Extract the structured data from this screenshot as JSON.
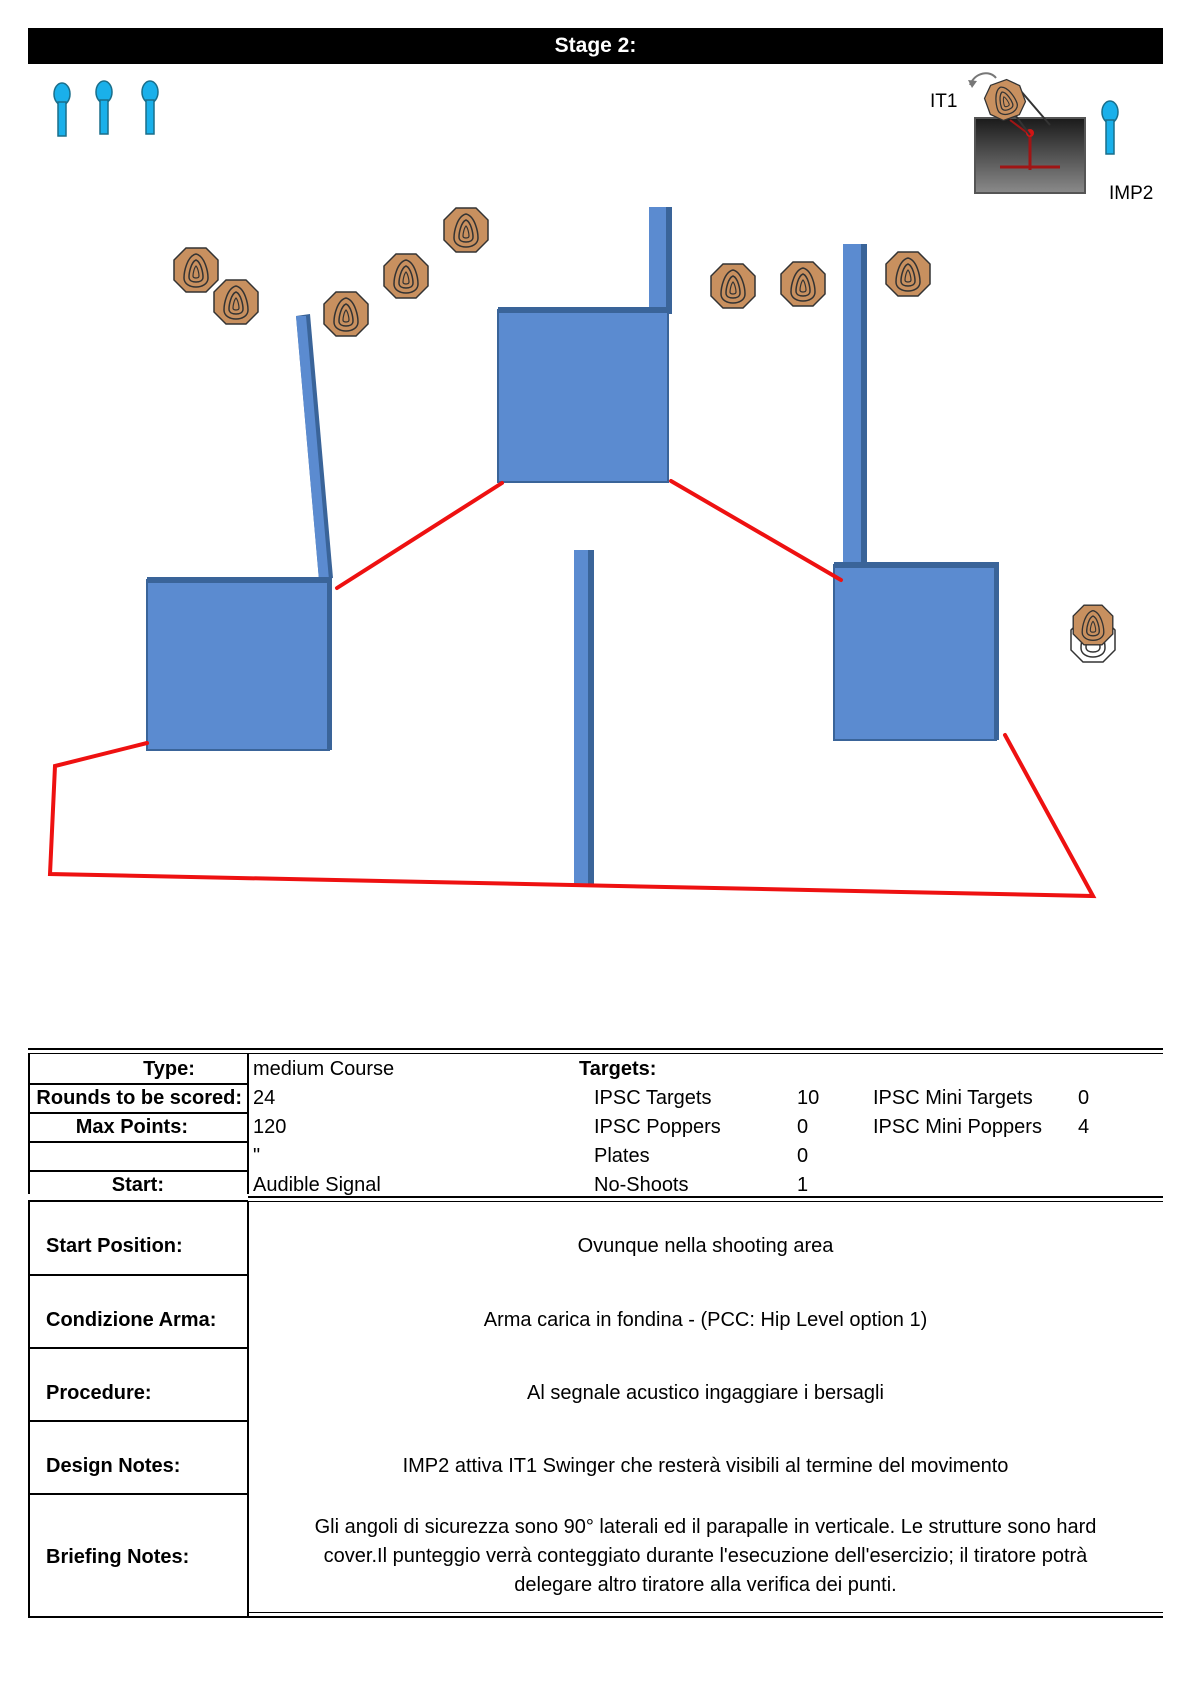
{
  "title": "Stage 2:",
  "labels": {
    "it1": "IT1",
    "imp2": "IMP2"
  },
  "colors": {
    "wall": "#5b8bd0",
    "wall_edge": "#3a6499",
    "fault_line": "#ee1111",
    "target_fill": "#c8905f",
    "popper": "#1ab0ea"
  },
  "info": {
    "type_label": "Type:",
    "type_value": "medium Course",
    "rounds_label": "Rounds to be scored:",
    "rounds_value": "24",
    "maxpoints_label": "Max Points:",
    "maxpoints_value": "120",
    "blank_value": "\"",
    "start_label": "Start:",
    "start_value": "Audible Signal",
    "targets_header": "Targets:",
    "targets": [
      {
        "name": "IPSC Targets",
        "count": "10"
      },
      {
        "name": "IPSC Poppers",
        "count": "0"
      },
      {
        "name": "Plates",
        "count": "0"
      },
      {
        "name": "No-Shoots",
        "count": "1"
      }
    ],
    "mini_targets": [
      {
        "name": "IPSC Mini Targets",
        "count": "0"
      },
      {
        "name": "IPSC Mini Poppers",
        "count": "4"
      }
    ]
  },
  "sections": [
    {
      "label": "Start Position:",
      "text": "Ovunque nella shooting area"
    },
    {
      "label": "Condizione Arma:",
      "text": "Arma carica in fondina - (PCC: Hip Level option 1)"
    },
    {
      "label": "Procedure:",
      "text": "Al segnale acustico ingaggiare i bersagli"
    },
    {
      "label": "Design Notes:",
      "text": "IMP2  attiva  IT1  Swinger che resterà visibili al termine del movimento"
    },
    {
      "label": "Briefing Notes:",
      "lines": [
        "Gli angoli di sicurezza sono 90° laterali ed il parapalle in verticale. Le strutture sono hard",
        "cover.Il punteggio verrà conteggiato durante l'esecuzione dell'esercizio; il tiratore potrà",
        "delegare altro tiratore alla verifica  dei punti."
      ]
    }
  ]
}
